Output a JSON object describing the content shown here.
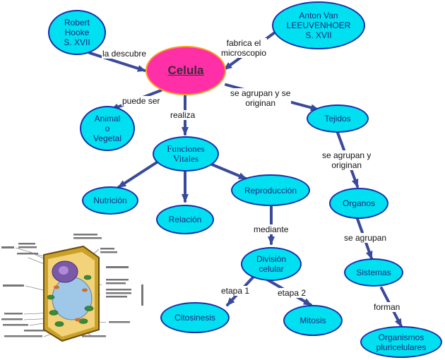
{
  "colors": {
    "node_fill": "#00e0f0",
    "node_border": "#1a2fa8",
    "center_fill": "#ff2fa8",
    "center_border": "#ff9e1b",
    "edge": "#3a4a9a"
  },
  "nodes": {
    "celula": "Celula",
    "hooke": "Robert\nHooke\nS. XVII",
    "anton": "Anton Van\nLEEUVENHOER\nS. XVII",
    "animal": "Animal\no\nVegetal",
    "funciones": "Funciones\nVitales",
    "tejidos": "Tejidos",
    "nutricion": "Nutrición",
    "relacion": "Relación",
    "reproduccion": "Reproducción",
    "organos": "Organos",
    "division": "División\ncelular",
    "sistemas": "Sistemas",
    "citosinesis": "Citosinesis",
    "mitosis": "Mitosis",
    "organismos": "Organismos\npluricelulares"
  },
  "links": {
    "descubre": "la descubre",
    "fabrica": "fabrica el\nmicroscopio",
    "puede_ser": "puede ser",
    "realiza": "realiza",
    "agrupan1": "se agrupan y se\noriginan",
    "agrupan2": "se agrupan y\noriginan",
    "mediante": "mediante",
    "se_agrupan": "se agrupan",
    "etapa1": "etapa 1",
    "etapa2": "etapa 2",
    "forman": "forman"
  },
  "illustration": {
    "icon": "plant-cell-diagram-icon"
  }
}
